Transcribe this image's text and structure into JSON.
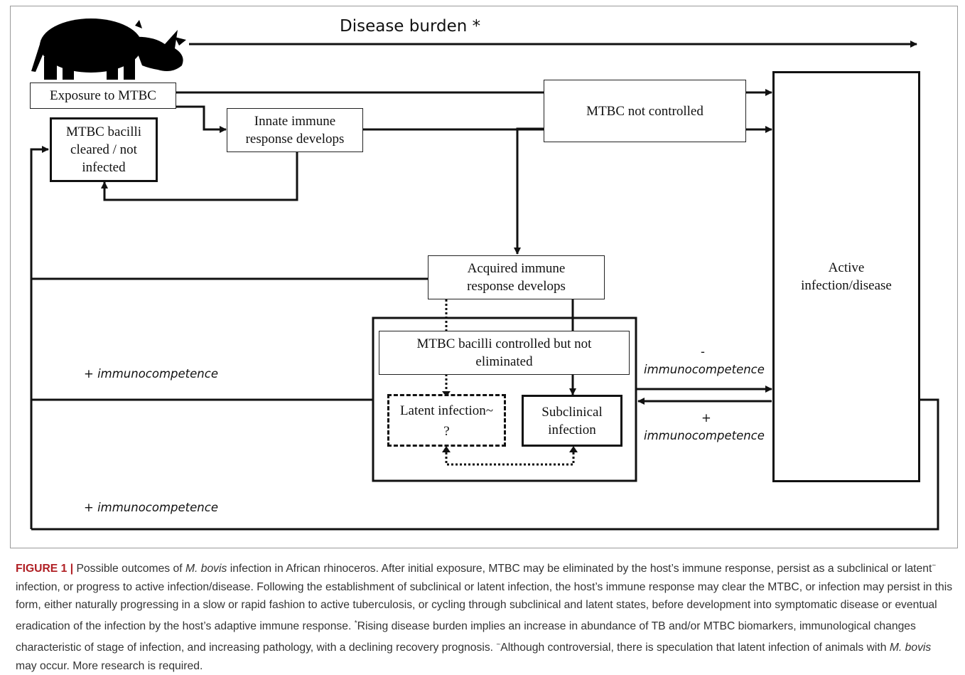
{
  "diagram": {
    "title": "Disease burden *",
    "nodes": {
      "exposure": "Exposure to MTBC",
      "cleared": "MTBC bacilli cleared / not infected",
      "innate": "Innate immune response develops",
      "not_controlled": "MTBC not controlled",
      "active": "Active infection/disease",
      "acquired": "Acquired immune response develops",
      "controlled": "MTBC bacilli controlled but not eliminated",
      "latent": "Latent infection~",
      "latent_q": "?",
      "subclinical": "Subclinical infection"
    },
    "edge_labels": {
      "immuno_plus_mid": "+ immunocompetence",
      "immuno_plus_bottom": "+ immunocompetence",
      "minus_sign": "-",
      "immuno_minus": "immunocompetence",
      "plus_sign": "+",
      "immuno_plus_right": "immunocompetence"
    },
    "icons": {
      "rhino": "rhino-silhouette-icon"
    },
    "colors": {
      "line": "#111111",
      "caption_label": "#b01f24",
      "caption_text": "#333333"
    }
  },
  "caption": {
    "label": "FIGURE 1 |",
    "t1": " Possible outcomes of ",
    "species1": "M. bovis",
    "t2": " infection in African rhinoceros. After initial exposure, MTBC may be eliminated by the host’s immune response, persist as a subclinical or latent",
    "tilde1": "~",
    "t3": " infection, or progress to active infection/disease. Following the establishment of subclinical or latent infection, the host’s immune response may clear the MTBC, or infection may persist in this form, either naturally progressing in a slow or rapid fashion to active tuberculosis, or cycling through subclinical and latent states, before development into symptomatic disease or eventual eradication of the infection by the host’s adaptive immune response. ",
    "star": "*",
    "t4": "Rising disease burden implies an increase in abundance of TB and/or MTBC biomarkers, immunological changes characteristic of stage of infection, and increasing pathology, with a declining recovery prognosis. ",
    "tilde2": "~",
    "t5": "Although controversial, there is speculation that latent infection of animals with ",
    "species2": "M. bovis",
    "t6": " may occur. More research is required."
  }
}
